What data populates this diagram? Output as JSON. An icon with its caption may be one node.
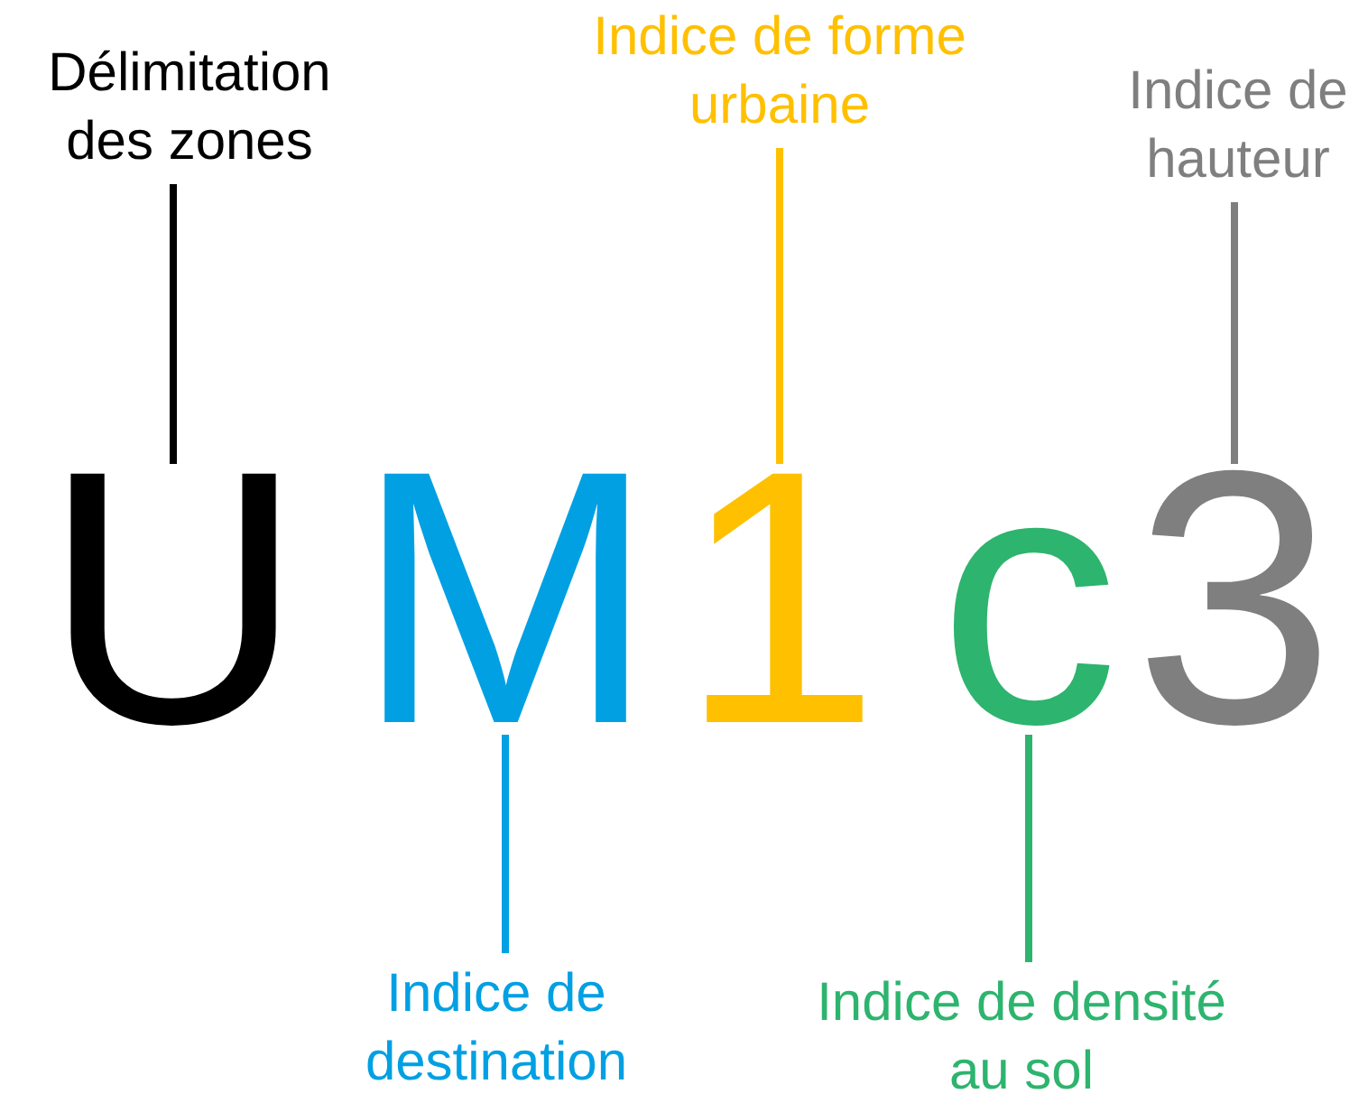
{
  "diagram": {
    "nodes": [
      {
        "text": [
          "Délimitation des zones"
        ]
      },
      {
        "text": [
          "Indice de forme urbaine"
        ]
      },
      {
        "text": [
          "Indice de hauteur"
        ]
      },
      {
        "text": [
          "U"
        ]
      },
      {
        "text": [
          "M"
        ]
      },
      {
        "text": [
          "1"
        ]
      },
      {
        "text": [
          "c"
        ]
      },
      {
        "text": [
          "3"
        ]
      },
      {
        "text": [
          "Indice de destination"
        ]
      },
      {
        "text": [
          "Indice de densité au sol"
        ]
      }
    ],
    "edges": [
      {
        "from": 0,
        "to": 3,
        "arrow": "none",
        "color": "#000000"
      },
      {
        "from": 1,
        "to": 5,
        "arrow": "none",
        "color": "#ffc000"
      },
      {
        "from": 2,
        "to": 7,
        "arrow": "none",
        "color": "#7f7f7f"
      },
      {
        "from": 8,
        "to": 4,
        "arrow": "none",
        "color": "#00a0e3"
      },
      {
        "from": 9,
        "to": 6,
        "arrow": "none",
        "color": "#2db46e"
      }
    ]
  }
}
